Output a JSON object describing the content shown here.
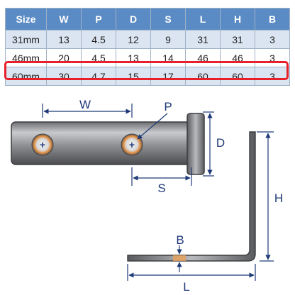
{
  "table": {
    "headers": [
      "Size",
      "W",
      "P",
      "D",
      "S",
      "L",
      "H",
      "B"
    ],
    "rows": [
      [
        "31mm",
        "13",
        "4.5",
        "12",
        "9",
        "31",
        "31",
        "3"
      ],
      [
        "46mm",
        "20",
        "4.5",
        "13",
        "14",
        "46",
        "46",
        "3"
      ],
      [
        "60mm",
        "30",
        "4.7",
        "15",
        "17",
        "60",
        "60",
        "3"
      ]
    ],
    "highlighted_row": "60mm"
  },
  "diagram": {
    "labels": {
      "w": "W",
      "p": "P",
      "d": "D",
      "s": "S",
      "h": "H",
      "b": "B",
      "l": "L"
    }
  },
  "colors": {
    "header_bg": "#5b8bc4",
    "row_shade": "#dbe5f1",
    "highlight": "#e8202a",
    "dimension": "#1f3a78"
  }
}
